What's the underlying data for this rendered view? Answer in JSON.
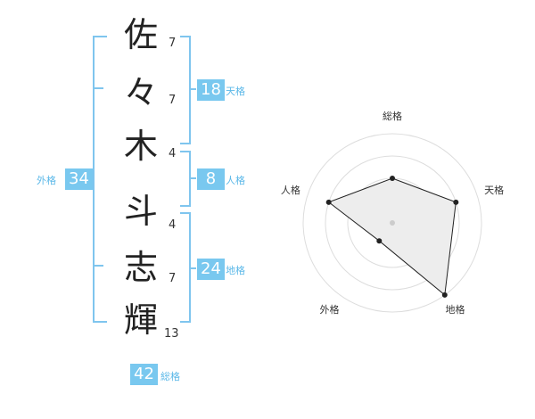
{
  "name": {
    "chars": [
      {
        "char": "佐",
        "strokes": "7"
      },
      {
        "char": "々",
        "strokes": "7"
      },
      {
        "char": "木",
        "strokes": "4"
      },
      {
        "char": "斗",
        "strokes": "4"
      },
      {
        "char": "志",
        "strokes": "7"
      },
      {
        "char": "輝",
        "strokes": "13"
      }
    ]
  },
  "kaku": {
    "tenkaku": {
      "value": "18",
      "label": "天格"
    },
    "jinkaku": {
      "value": "8",
      "label": "人格"
    },
    "chikaku": {
      "value": "24",
      "label": "地格"
    },
    "gaikaku": {
      "value": "34",
      "label": "外格"
    },
    "soukaku": {
      "value": "42",
      "label": "総格"
    }
  },
  "chart_data": {
    "type": "radar",
    "axes": [
      "総格",
      "天格",
      "地格",
      "外格",
      "人格"
    ],
    "max": 4,
    "values": [
      2,
      3,
      4,
      1,
      3
    ]
  },
  "colors": {
    "accent": "#79c8ef",
    "bracket": "#7fc5ee",
    "radar_fill": "#ededed"
  }
}
